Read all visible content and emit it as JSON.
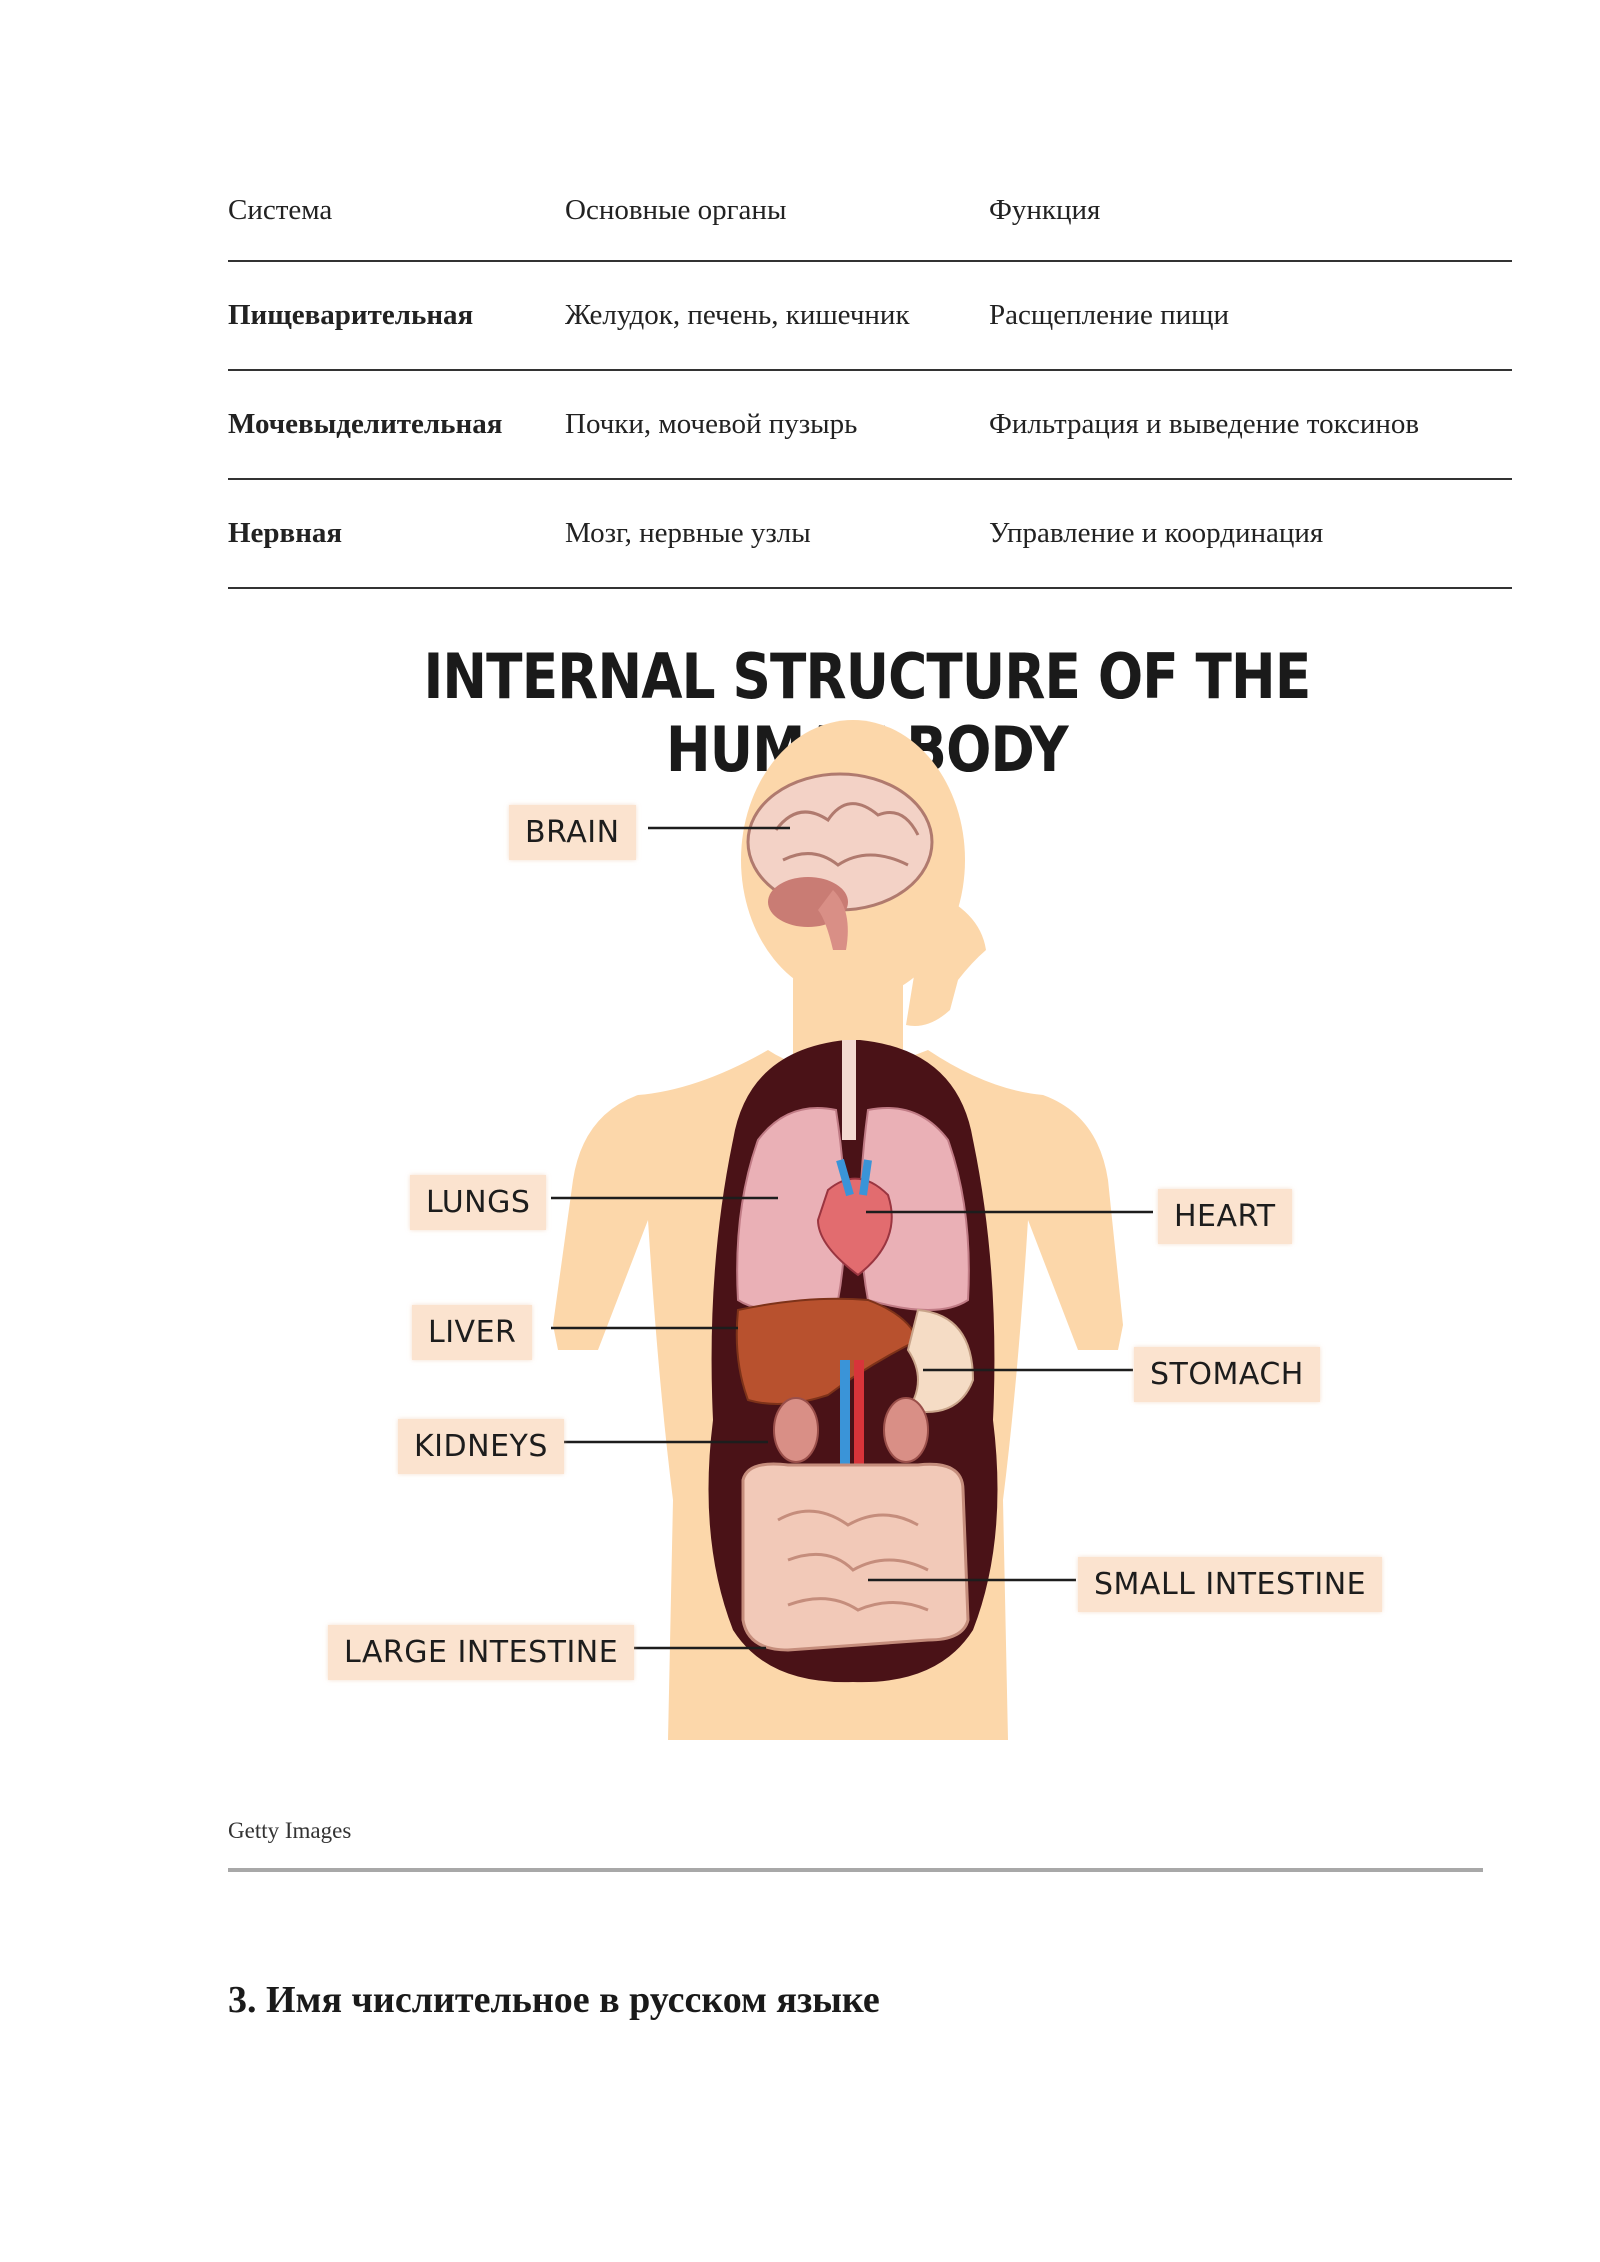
{
  "table": {
    "headers": [
      "Система",
      "Основные органы",
      "Функция"
    ],
    "rows": [
      {
        "system": "Пищеварительная",
        "organs": "Желудок, печень, кишечник",
        "function": "Расщепление пищи"
      },
      {
        "system": "Мочевыделительная",
        "organs": "Почки, мочевой пузырь",
        "function": "Фильтрация и выведение токсинов"
      },
      {
        "system": "Нервная",
        "organs": "Мозг, нервные узлы",
        "function": "Управление и координация"
      }
    ]
  },
  "figure": {
    "title": "INTERNAL STRUCTURE OF THE HUMAN BODY",
    "labels": {
      "brain": "BRAIN",
      "lungs": "LUNGS",
      "heart": "HEART",
      "liver": "LIVER",
      "stomach": "STOMACH",
      "kidneys": "KIDNEYS",
      "small_intestine": "SMALL INTESTINE",
      "large_intestine": "LARGE INTESTINE"
    },
    "colors": {
      "skin": "#fcd7aa",
      "cavity": "#4a1217",
      "lung": "#eab0b6",
      "liver": "#b8512e",
      "intestine": "#f2c9b8",
      "label_bg": "#fbe3cf"
    }
  },
  "caption": "Getty Images",
  "section_heading": "3. Имя числительное в русском языке"
}
